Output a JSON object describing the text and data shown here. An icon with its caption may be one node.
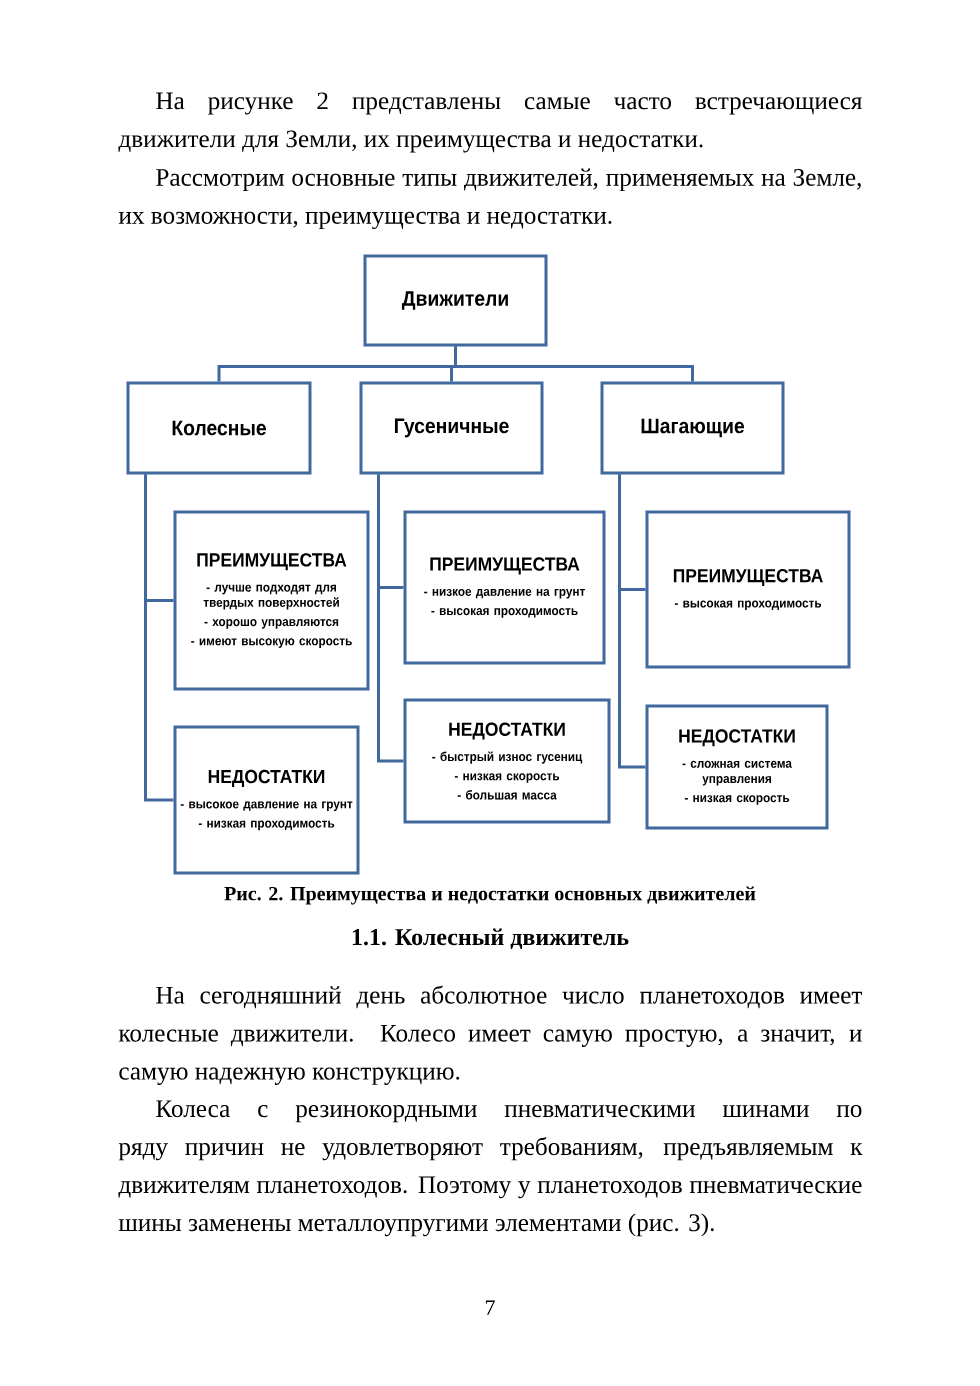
{
  "diagram": {
    "caption": "Рис. 2. Преимущества и недостатки основных движителей",
    "nodes": [
      {
        "text": [
          "Движители"
        ]
      },
      {
        "text": [
          "Колесные"
        ]
      },
      {
        "text": [
          "Гусеничные"
        ]
      },
      {
        "text": [
          "Шагающие"
        ]
      },
      {
        "text": [
          "ПРЕИМУЩЕСТВА",
          "- лучше подходят для твердых поверхностей",
          "- хорошо управляются",
          "- имеют высокую скорость"
        ]
      },
      {
        "text": [
          "НЕДОСТАТКИ",
          "- высокое давление на грунт",
          "- низкая проходимость"
        ]
      },
      {
        "text": [
          "ПРЕИМУЩЕСТВА",
          "- низкое давление на грунт",
          "- высокая проходимость"
        ]
      },
      {
        "text": [
          "НЕДОСТАТКИ",
          "- быстрый износ гусениц",
          "- низкая скорость",
          "- большая масса"
        ]
      },
      {
        "text": [
          "ПРЕИМУЩЕСТВА",
          "- высокая проходимость"
        ]
      },
      {
        "text": [
          "НЕДОСТАТКИ",
          "- сложная система управления",
          "- низкая скорость"
        ]
      }
    ],
    "edges": [
      {
        "from": 0,
        "to": 1,
        "arrow": "none"
      },
      {
        "from": 0,
        "to": 2,
        "arrow": "none"
      },
      {
        "from": 0,
        "to": 3,
        "arrow": "none"
      },
      {
        "from": 1,
        "to": 4,
        "arrow": "none"
      },
      {
        "from": 1,
        "to": 5,
        "arrow": "none"
      },
      {
        "from": 2,
        "to": 6,
        "arrow": "none"
      },
      {
        "from": 2,
        "to": 7,
        "arrow": "none"
      },
      {
        "from": 3,
        "to": 8,
        "arrow": "none"
      },
      {
        "from": 3,
        "to": 9,
        "arrow": "none"
      }
    ],
    "labels": [
      "На рисунке 2 представлены самые часто встречающиеся движители для Земли, их преимущества и недостатки.",
      "Рассмотрим основные типы движителей, применяемых на Земле, их возможности, преимущества и недостатки.",
      "1.1. Колесный движитель",
      "На сегодняшний день абсолютное число планетоходов имеет колесные движители. Колесо имеет самую простую, а значит, и самую надежную конструкцию.",
      "Колеса с резинокордными пневматическими шинами по ряду причин не удовлетворяют требованиям, предъявляемым к движителям планетоходов. Поэтому у планетоходов пневматические шины заменены металлоупругими элементами (рис. 3).",
      "7"
    ]
  }
}
